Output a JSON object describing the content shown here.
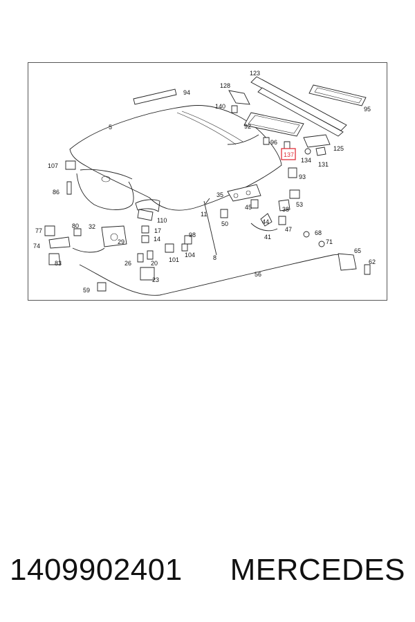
{
  "diagram": {
    "labels": {
      "l123": "123",
      "l128": "128",
      "l94": "94",
      "l95": "95",
      "l140": "140",
      "l5": "5",
      "l92": "92",
      "l96": "96",
      "l125": "125",
      "l137": "137",
      "l134": "134",
      "l131": "131",
      "l107": "107",
      "l93": "93",
      "l86": "86",
      "l35": "35",
      "l53": "53",
      "l45": "45",
      "l38": "38",
      "l50": "50",
      "l11": "11",
      "l44": "44",
      "l47": "47",
      "l110": "110",
      "l80": "80",
      "l32": "32",
      "l77": "77",
      "l17": "17",
      "l41": "41",
      "l68": "68",
      "l74": "74",
      "l29": "29",
      "l14": "14",
      "l98": "98",
      "l71": "71",
      "l65": "65",
      "l83": "83",
      "l26": "26",
      "l20": "20",
      "l101": "101",
      "l104": "104",
      "l8": "8",
      "l62": "62",
      "l56": "56",
      "l23": "23",
      "l59": "59"
    },
    "highlight_color": "#e0303a"
  },
  "footer": {
    "part_number": "1409902401",
    "brand": "MERCEDES"
  }
}
